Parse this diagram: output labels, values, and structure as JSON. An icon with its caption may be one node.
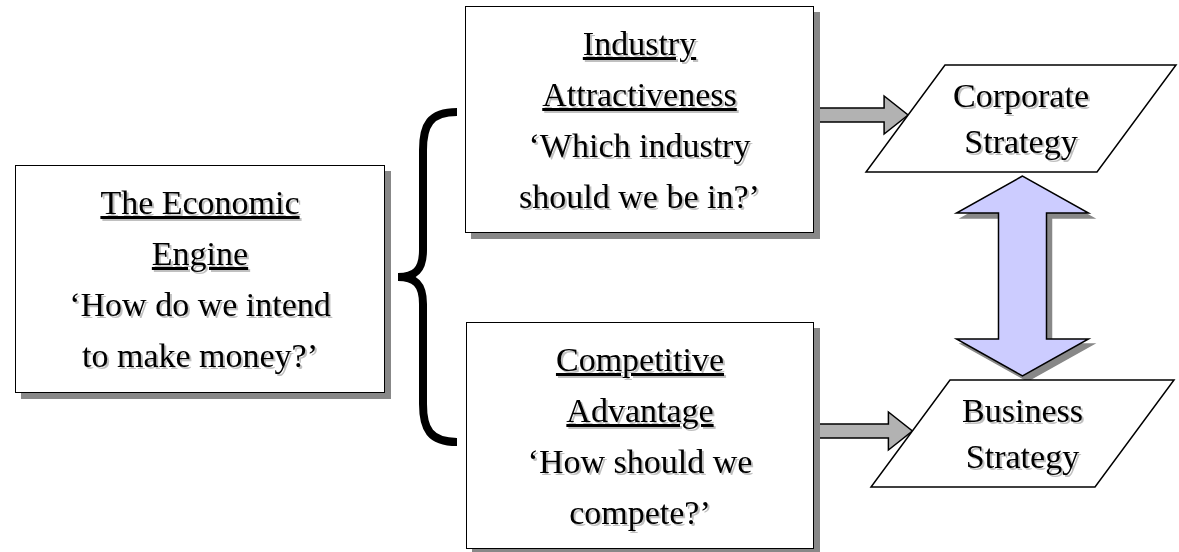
{
  "diagram": {
    "nodes": [
      {
        "text": [
          "The Economic Engine",
          "‘How do we intend to make money?’"
        ]
      },
      {
        "text": [
          "Industry Attractiveness",
          "‘Which industry should we be in?’"
        ]
      },
      {
        "text": [
          "Competitive Advantage",
          "‘How should we compete?’"
        ]
      },
      {
        "text": [
          "Corporate Strategy"
        ]
      },
      {
        "text": [
          "Business Strategy"
        ]
      }
    ],
    "edges": [
      {
        "from": 1,
        "to": 3,
        "arrow": "to",
        "style": "thick"
      },
      {
        "from": 2,
        "to": 4,
        "arrow": "to",
        "style": "thick"
      },
      {
        "from": 3,
        "to": 4,
        "arrow": "both",
        "style": "thick",
        "color": "#ccccff"
      }
    ]
  }
}
